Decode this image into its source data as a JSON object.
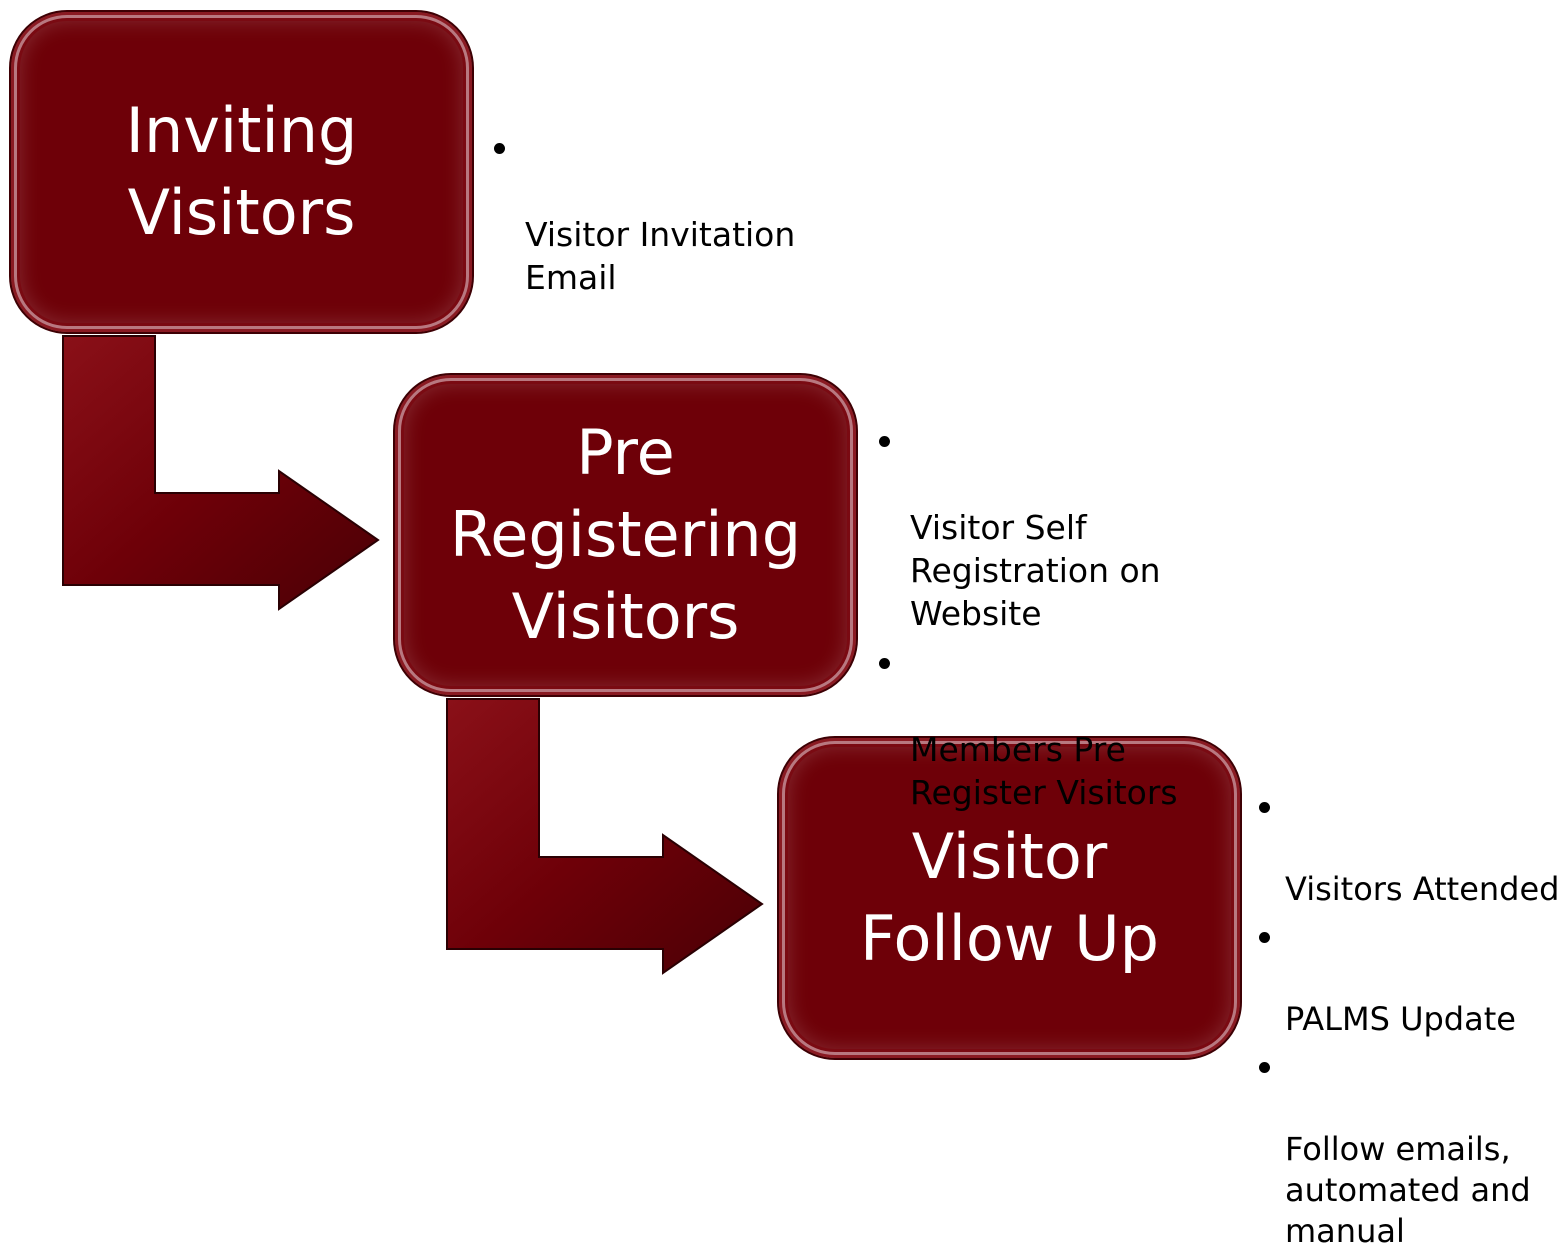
{
  "steps": [
    {
      "title": "Inviting\nVisitors",
      "bullets": [
        "Visitor Invitation\nEmail"
      ]
    },
    {
      "title": "Pre\nRegistering\nVisitors",
      "bullets": [
        "Visitor Self\nRegistration on\nWebsite",
        "Members Pre\nRegister Visitors"
      ]
    },
    {
      "title": "Visitor\nFollow Up",
      "bullets": [
        "Visitors Attended",
        "PALMS Update",
        "Follow emails,\nautomated and\nmanual"
      ]
    }
  ],
  "colors": {
    "box_fill": "#6e0008",
    "arrow_fill": "#6e0008",
    "text_on_box": "#ffffff",
    "bullet_text": "#000000"
  }
}
